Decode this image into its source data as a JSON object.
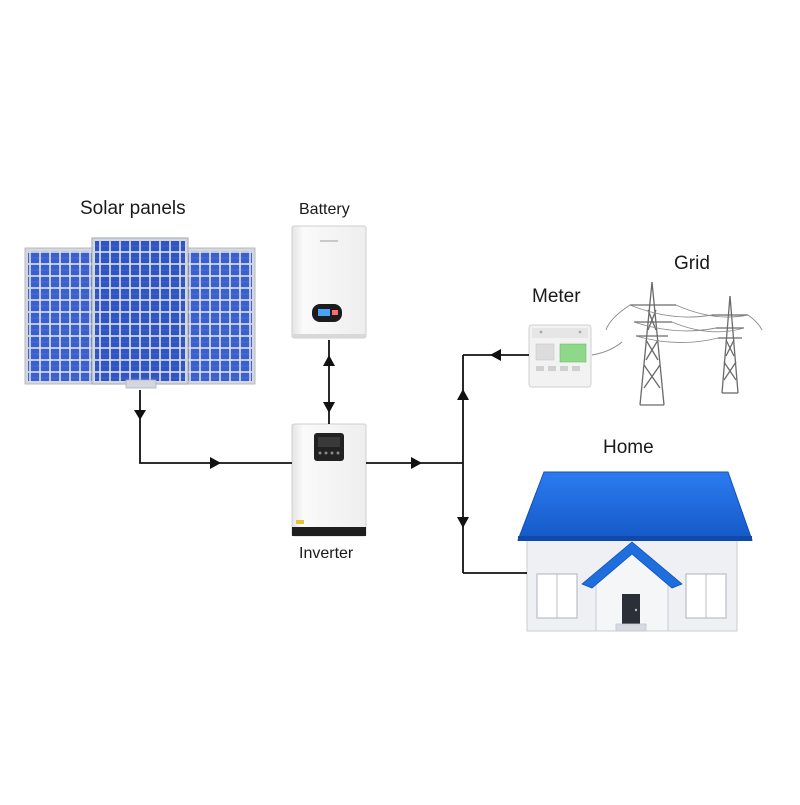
{
  "labels": {
    "solar_panels": "Solar panels",
    "battery": "Battery",
    "grid": "Grid",
    "meter": "Meter",
    "home": "Home",
    "inverter": "Inverter"
  },
  "colors": {
    "panel_cell": "#3a5fcf",
    "panel_frame": "#c9ccd2",
    "roof": "#1f6ee0",
    "line": "#111111",
    "device_body": "#f4f4f4",
    "meter_screen": "#7fd27a"
  },
  "icons": [
    "solar-panel-icon",
    "battery-icon",
    "inverter-icon",
    "meter-icon",
    "power-tower-icon",
    "house-icon"
  ]
}
